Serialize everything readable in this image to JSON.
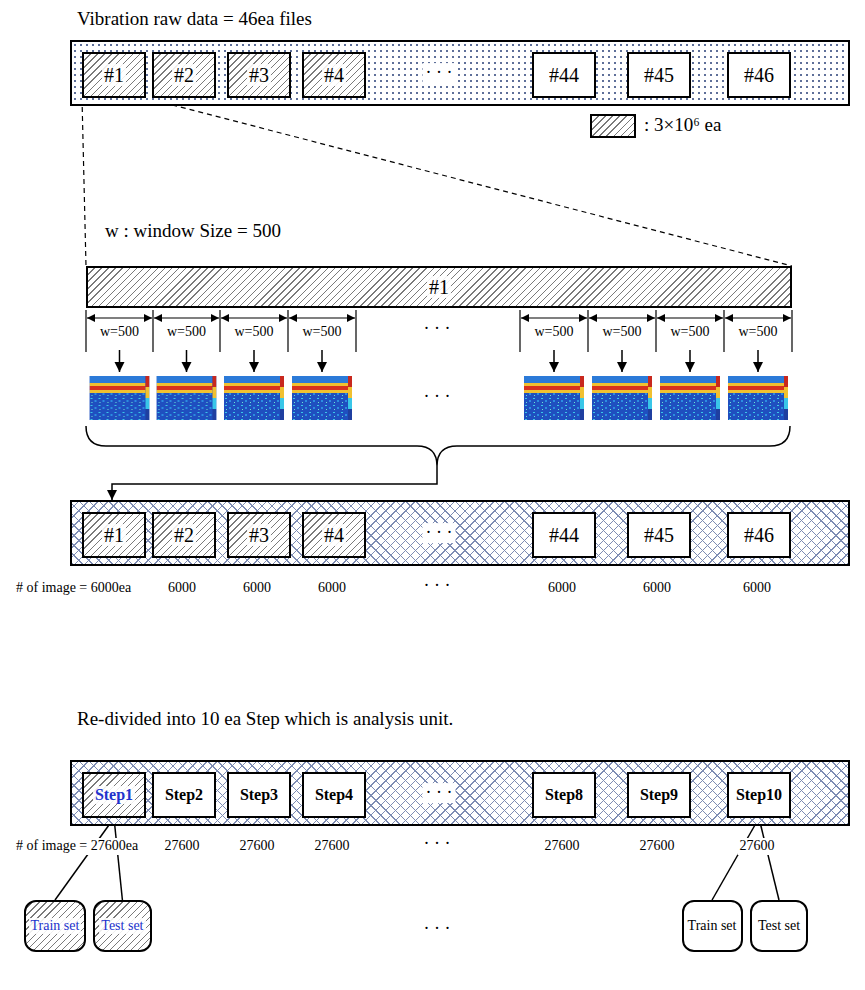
{
  "diagram": {
    "nodes": [
      {
        "text": [
          "· · ·"
        ]
      },
      {
        "text": [
          "#1"
        ],
        "in": 0
      },
      {
        "text": [
          "#2"
        ],
        "in": 0
      },
      {
        "text": [
          "#3"
        ],
        "in": 0
      },
      {
        "text": [
          "#4"
        ],
        "in": 0
      },
      {
        "text": [
          "#44"
        ],
        "in": 0
      },
      {
        "text": [
          "#45"
        ],
        "in": 0
      },
      {
        "text": [
          "#46"
        ],
        "in": 0
      },
      {
        "text": [
          "#1"
        ]
      },
      {
        "text": [
          "· · ·"
        ]
      },
      {
        "text": [
          "#1"
        ],
        "in": 9
      },
      {
        "text": [
          "#2"
        ],
        "in": 9
      },
      {
        "text": [
          "#3"
        ],
        "in": 9
      },
      {
        "text": [
          "#4"
        ],
        "in": 9
      },
      {
        "text": [
          "#44"
        ],
        "in": 9
      },
      {
        "text": [
          "#45"
        ],
        "in": 9
      },
      {
        "text": [
          "#46"
        ],
        "in": 9
      },
      {
        "text": [
          "· · ·"
        ]
      },
      {
        "text": [
          "Step1"
        ],
        "in": 17
      },
      {
        "text": [
          "Step2"
        ],
        "in": 17
      },
      {
        "text": [
          "Step3"
        ],
        "in": 17
      },
      {
        "text": [
          "Step4"
        ],
        "in": 17
      },
      {
        "text": [
          "Step8"
        ],
        "in": 17
      },
      {
        "text": [
          "Step9"
        ],
        "in": 17
      },
      {
        "text": [
          "Step10"
        ],
        "in": 17
      },
      {
        "text": [
          "Train set"
        ]
      },
      {
        "text": [
          "Test set"
        ]
      },
      {
        "text": [
          "Train set"
        ]
      },
      {
        "text": [
          "Test set"
        ]
      }
    ],
    "edges": [
      {
        "from": 1,
        "to": 8,
        "arrow": "none"
      },
      {
        "from": 18,
        "to": 25,
        "arrow": "none"
      },
      {
        "from": 18,
        "to": 26,
        "arrow": "none"
      },
      {
        "from": 24,
        "to": 27,
        "arrow": "none"
      },
      {
        "from": 24,
        "to": 28,
        "arrow": "none"
      }
    ],
    "labels": [
      "Vibration raw data = 46ea files",
      "w : window Size = 500",
      "w=500",
      "w=500",
      "w=500",
      "w=500",
      "· · ·",
      "w=500",
      "w=500",
      "w=500",
      "w=500",
      "· · ·",
      "# of image = 6000ea",
      "6000",
      "6000",
      "6000",
      "· · ·",
      "6000",
      "6000",
      "6000",
      "Re-divided into 10 ea Step which is analysis unit.",
      "# of image = 27600ea",
      "27600",
      "27600",
      "27600",
      "· · ·",
      "27600",
      "27600",
      "27600",
      "· · ·"
    ],
    "legend": [
      {
        "text": ": 3×10⁶ ea"
      }
    ]
  }
}
